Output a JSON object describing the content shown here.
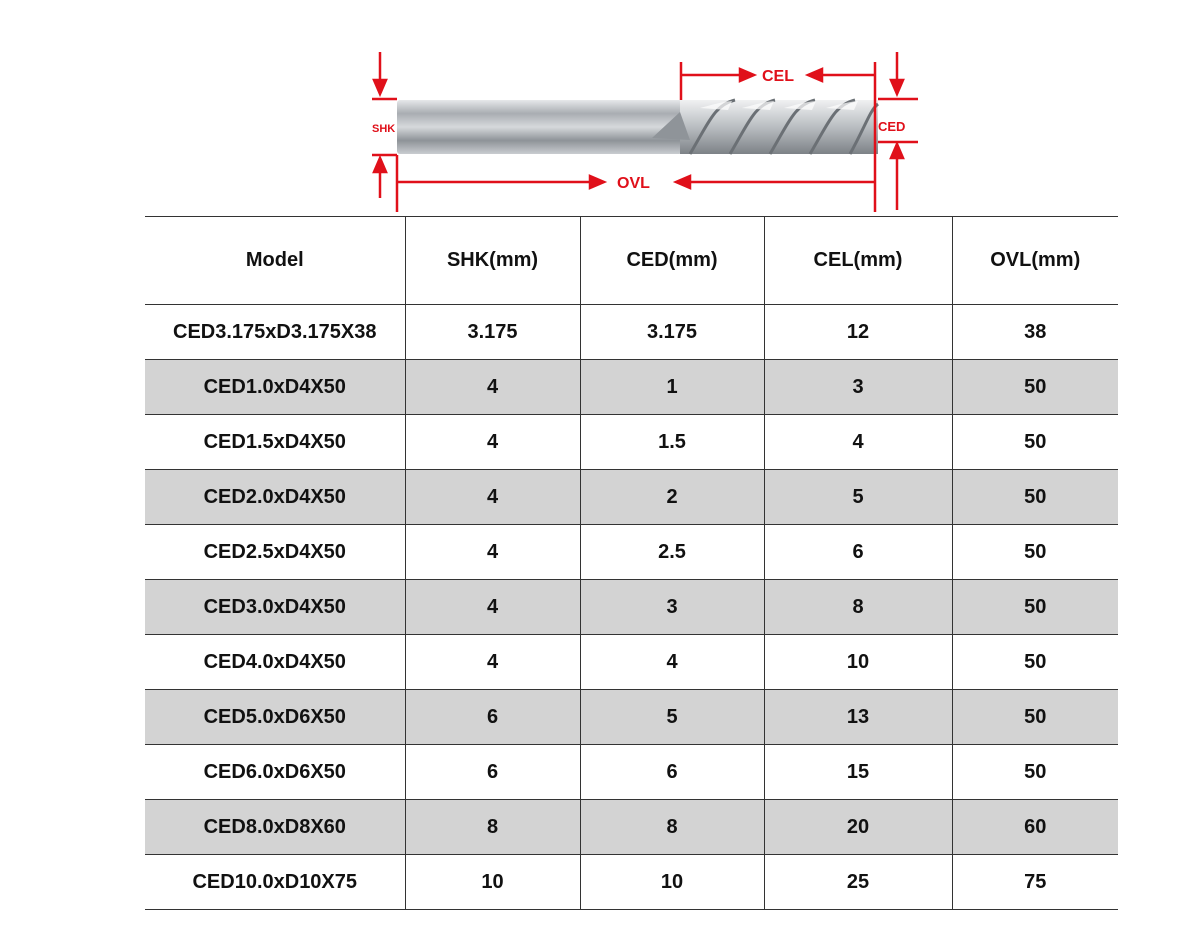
{
  "diagram": {
    "labels": {
      "shk": "SHK",
      "ced": "CED",
      "cel": "CEL",
      "ovl": "OVL"
    },
    "colors": {
      "dimension": "#e0101a",
      "shank": "#b8bcc0",
      "flute": "#9a9ea3"
    }
  },
  "table": {
    "headers": [
      "Model",
      "SHK(mm)",
      "CED(mm)",
      "CEL(mm)",
      "OVL(mm)"
    ],
    "rows": [
      [
        "CED3.175xD3.175X38",
        "3.175",
        "3.175",
        "12",
        "38"
      ],
      [
        "CED1.0xD4X50",
        "4",
        "1",
        "3",
        "50"
      ],
      [
        "CED1.5xD4X50",
        "4",
        "1.5",
        "4",
        "50"
      ],
      [
        "CED2.0xD4X50",
        "4",
        "2",
        "5",
        "50"
      ],
      [
        "CED2.5xD4X50",
        "4",
        "2.5",
        "6",
        "50"
      ],
      [
        "CED3.0xD4X50",
        "4",
        "3",
        "8",
        "50"
      ],
      [
        "CED4.0xD4X50",
        "4",
        "4",
        "10",
        "50"
      ],
      [
        "CED5.0xD6X50",
        "6",
        "5",
        "13",
        "50"
      ],
      [
        "CED6.0xD6X50",
        "6",
        "6",
        "15",
        "50"
      ],
      [
        "CED8.0xD8X60",
        "8",
        "8",
        "20",
        "60"
      ],
      [
        "CED10.0xD10X75",
        "10",
        "10",
        "25",
        "75"
      ]
    ],
    "shade_color": "#d3d3d3"
  }
}
